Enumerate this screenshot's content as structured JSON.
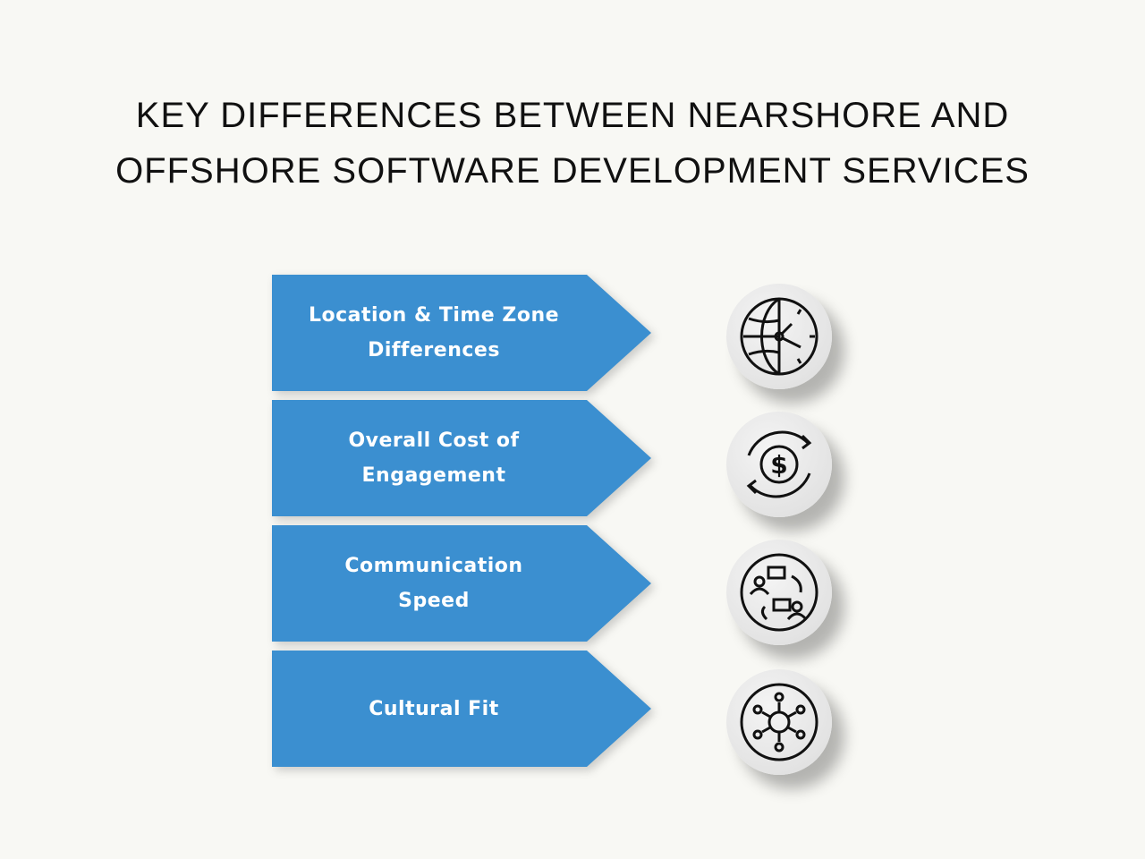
{
  "title": {
    "line1": "KEY DIFFERENCES BETWEEN NEARSHORE AND",
    "line2": "OFFSHORE SOFTWARE DEVELOPMENT SERVICES"
  },
  "colors": {
    "banner": "#3b8fd0",
    "background": "#f8f8f4"
  },
  "items": [
    {
      "label": "Location & Time Zone Differences",
      "icon": "globe-clock-icon"
    },
    {
      "label": "Overall Cost of Engagement",
      "icon": "gear-dollar-icon"
    },
    {
      "label": "Communication Speed",
      "icon": "communication-icon"
    },
    {
      "label": "Cultural Fit",
      "icon": "global-network-icon"
    }
  ]
}
